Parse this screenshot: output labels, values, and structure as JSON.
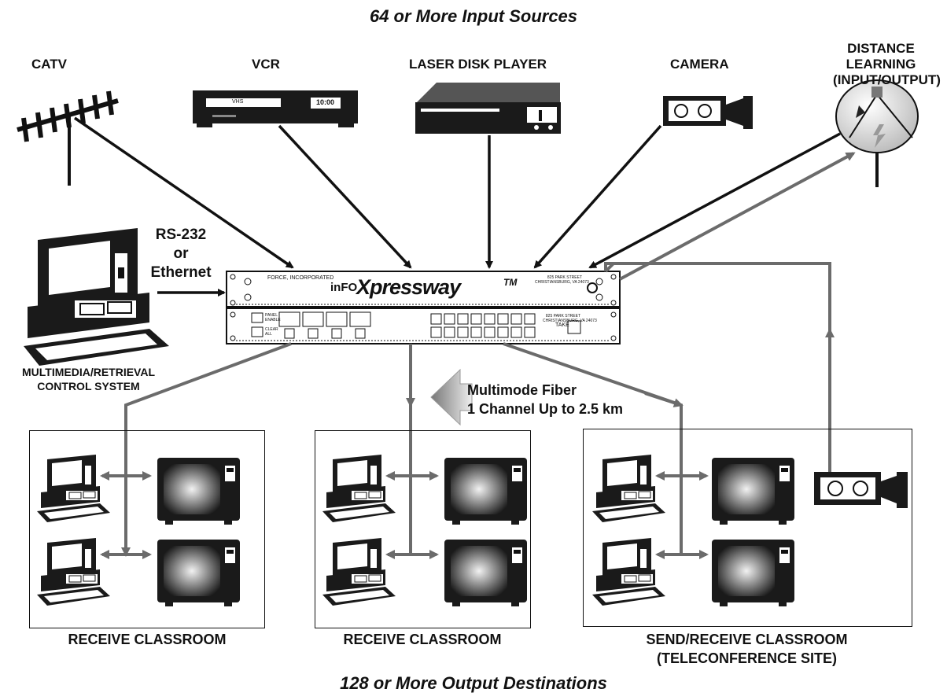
{
  "title_top": "64 or More Input Sources",
  "title_bottom": "128 or More Output Destinations",
  "sources": {
    "catv": "CATV",
    "vcr": "VCR",
    "laser": "LASER DISK PLAYER",
    "camera": "CAMERA",
    "distance_line1": "DISTANCE",
    "distance_line2": "LEARNING",
    "distance_line3": "(INPUT/OUTPUT)"
  },
  "control": {
    "link_line1": "RS-232",
    "link_line2": "or",
    "link_line3": "Ethernet",
    "system_line1": "MULTIMEDIA/RETRIEVAL",
    "system_line2": "CONTROL SYSTEM"
  },
  "switcher": {
    "brand": "FORCE, INCORPORATED",
    "product_prefix": "inFO",
    "product_name": "Xpressway",
    "tm": "TM",
    "address": "825 PARK STREET\nCHRISTIANSBURG, VA 24073",
    "take": "TAKE",
    "panel_enable": "PANEL ENABLE",
    "clear_all": "CLEAR ALL",
    "vhs": "VHS",
    "vcr_time": "10:00"
  },
  "fiber": {
    "line1": "Multimode Fiber",
    "line2": "1 Channel Up to 2.5 km"
  },
  "rooms": {
    "receive1": "RECEIVE CLASSROOM",
    "receive2": "RECEIVE CLASSROOM",
    "send_line1": "SEND/RECEIVE CLASSROOM",
    "send_line2": "(TELECONFERENCE SITE)"
  },
  "colors": {
    "line": "#111111",
    "gray_arrow": "#6b6b6b"
  }
}
